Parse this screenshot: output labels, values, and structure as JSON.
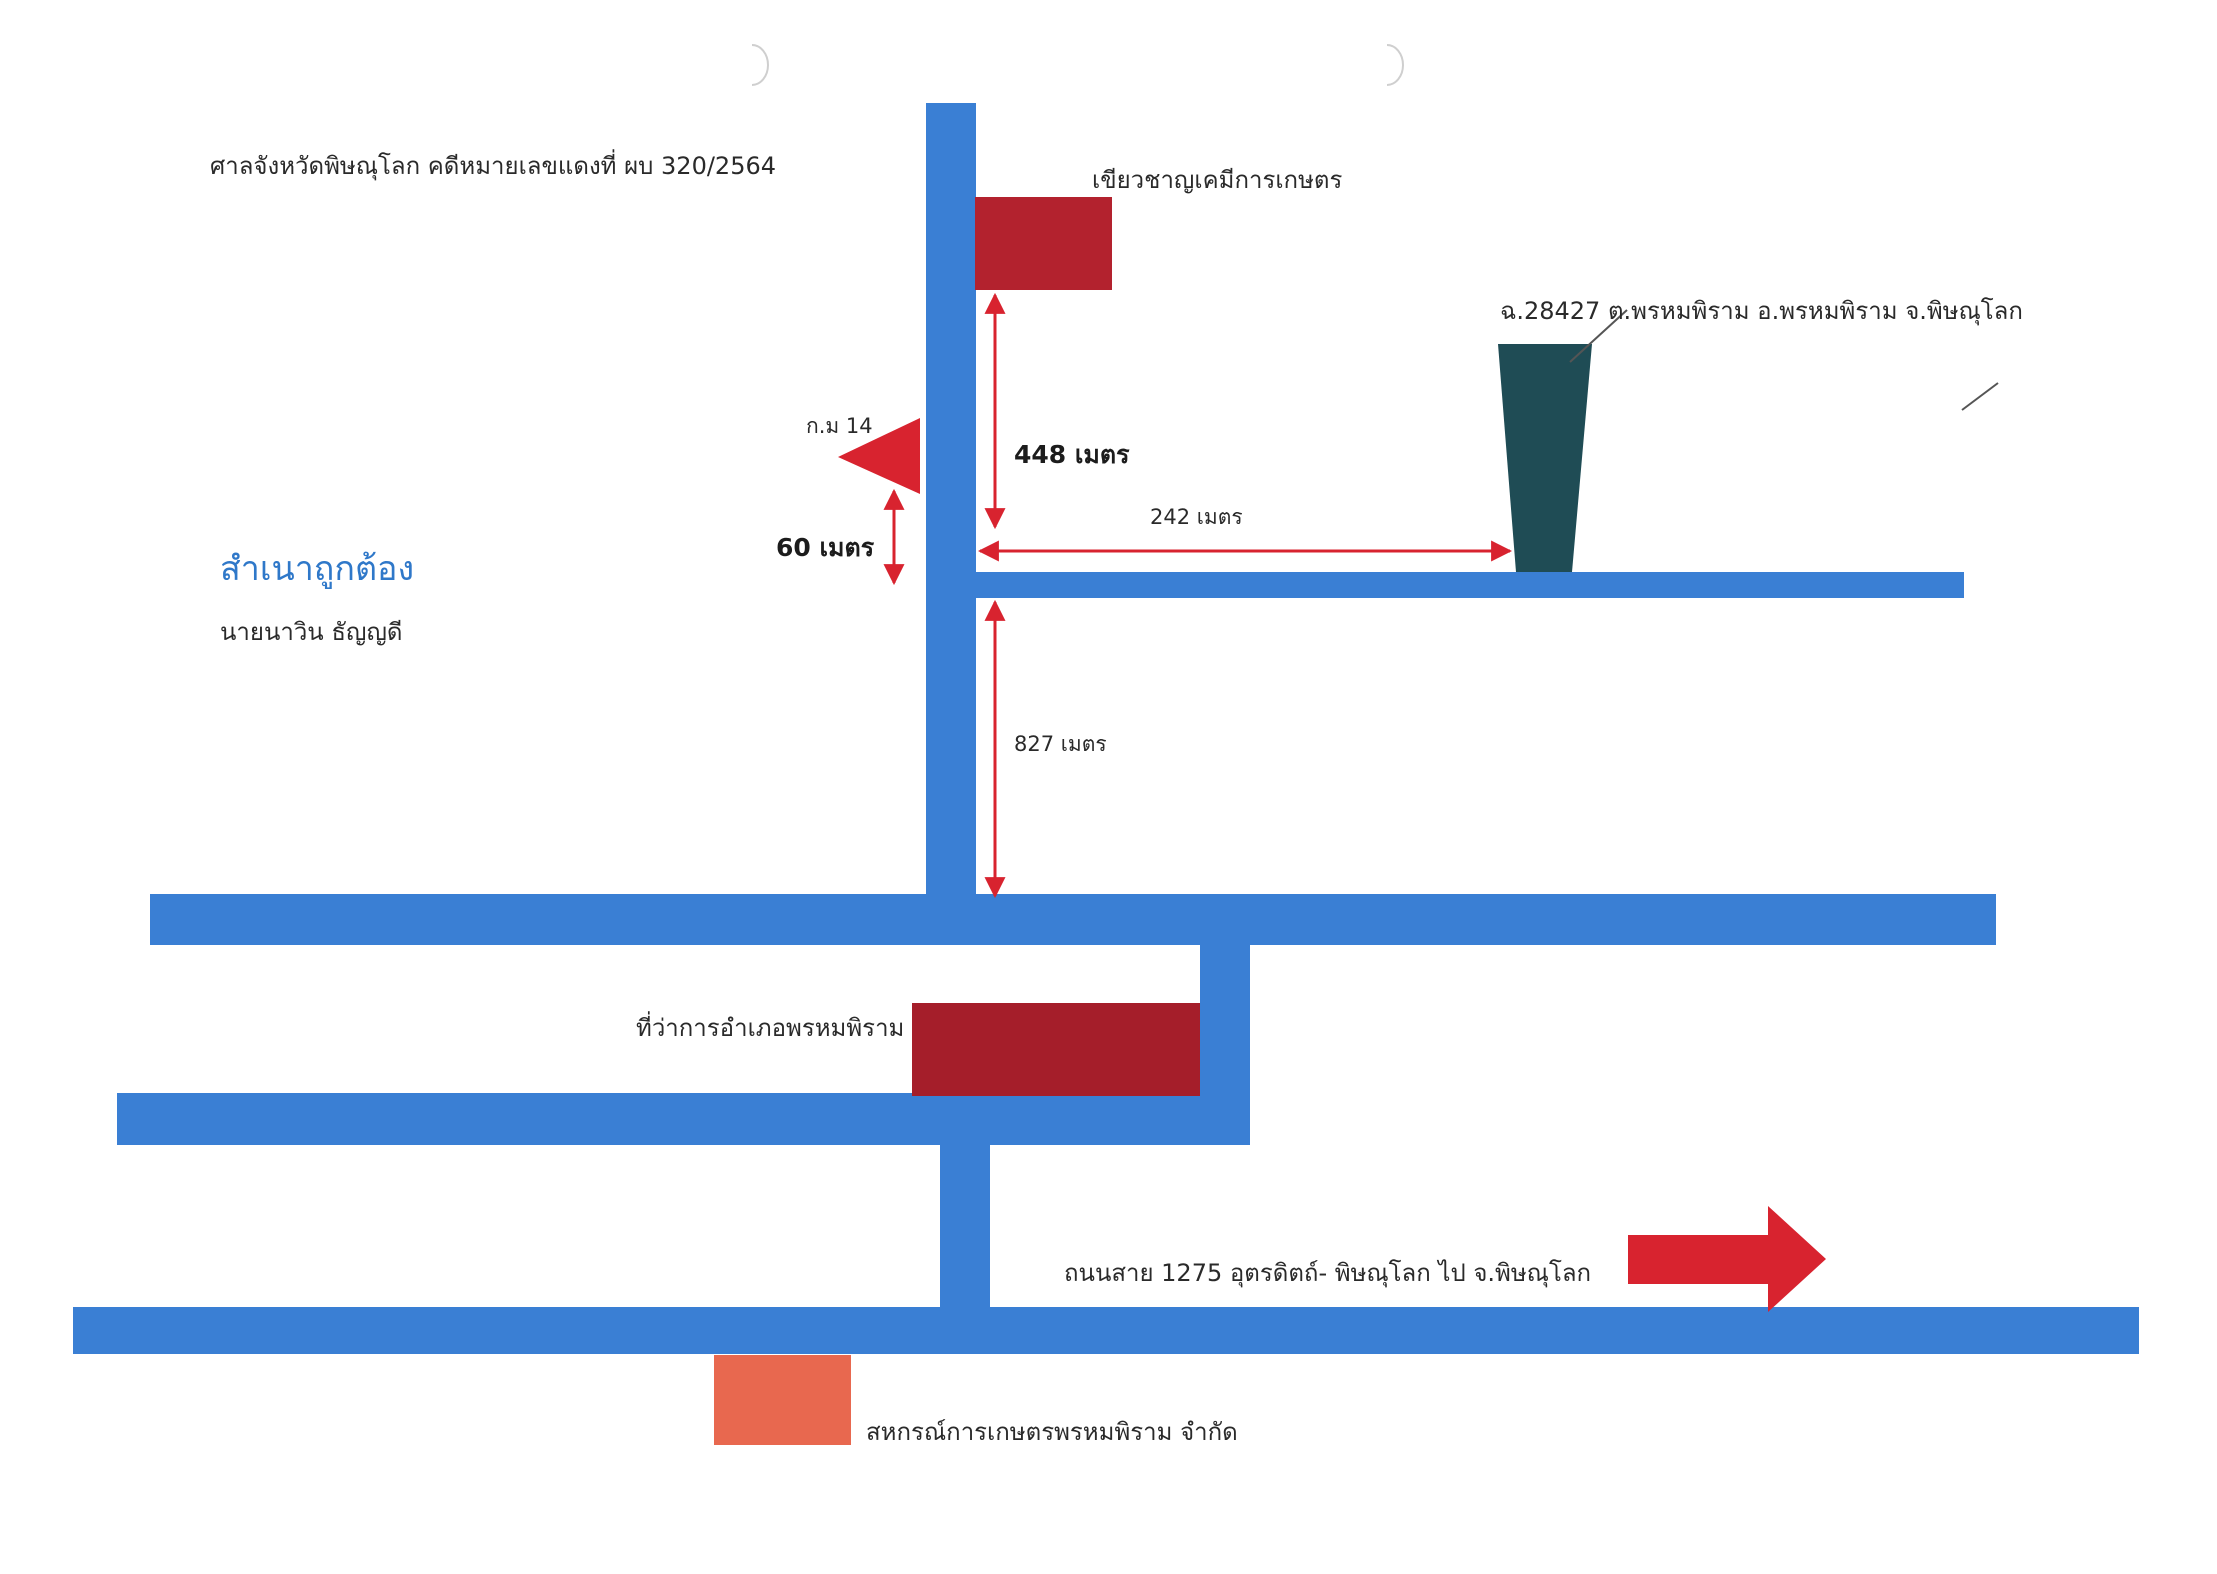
{
  "header": {
    "court_case": "ศาลจังหวัดพิษณุโลก คดีหมายเลขแดงที่ ผบ  320/2564"
  },
  "certification": {
    "stamp": "สำเนาถูกต้อง",
    "signer": "นายนาวิน  ธัญญดี"
  },
  "landmarks": {
    "chemical_shop": "เขียวชาญเคมีการเกษตร",
    "target_land": "ฉ.28427  ต.พรหมพิราม  อ.พรหมพิราม  จ.พิษณุโลก",
    "km_marker": "ก.ม 14",
    "district_office": "ที่ว่าการอำเภอพรหมพิราม",
    "cooperative": "สหกรณ์การเกษตรพรหมพิราม จำกัด"
  },
  "distances": {
    "d448": "448  เมตร",
    "d242": "242  เมตร",
    "d60": "60   เมตร",
    "d827": "827  เมตร"
  },
  "roads": {
    "highway": "ถนนสาย 1275   อุตรดิตถ์- พิษณุโลก   ไป จ.พิษณุโลก"
  },
  "colors": {
    "road": "#3a7fd4",
    "building": "#b3222e",
    "target": "#1f4c55",
    "cooperative": "#e8684f",
    "arrow": "#d8232f",
    "stamp_text": "#2f78c9"
  }
}
